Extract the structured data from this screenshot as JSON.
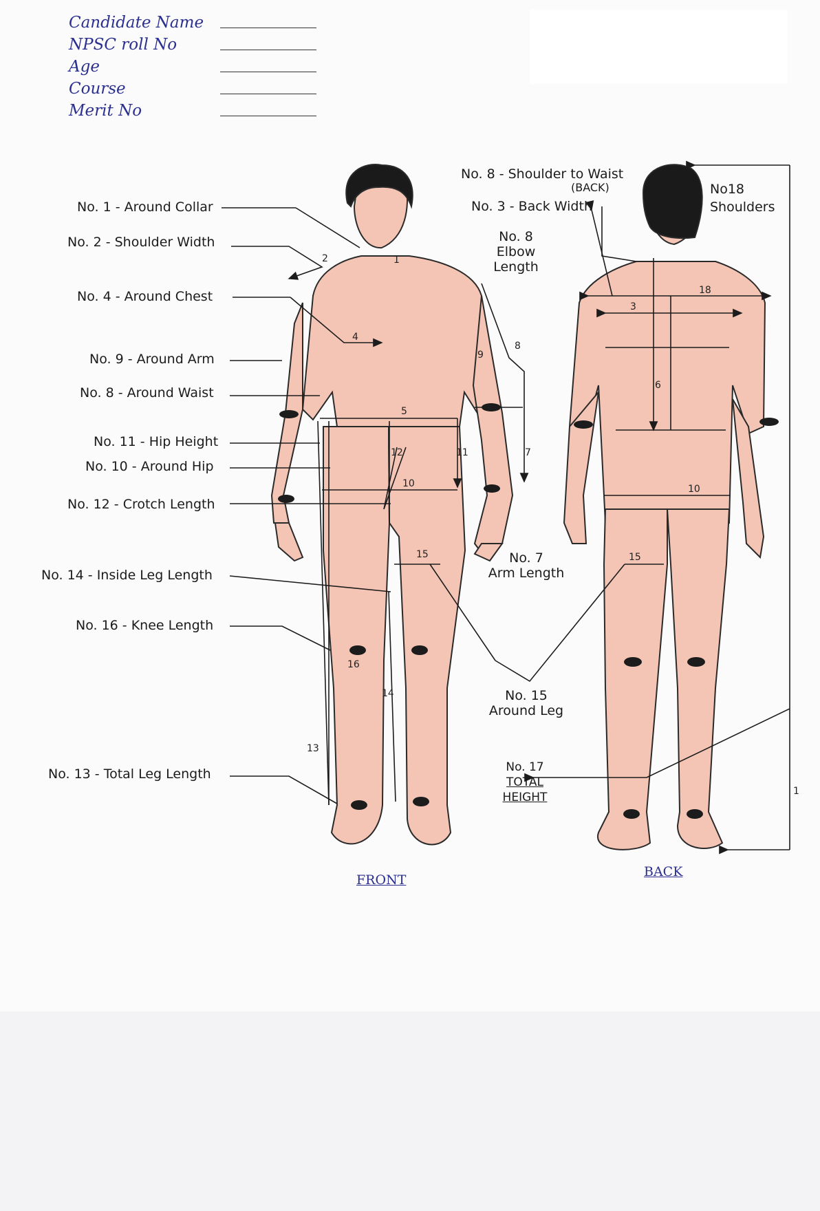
{
  "form": {
    "fields": [
      {
        "label": "Candidate Name"
      },
      {
        "label": "NPSC roll No"
      },
      {
        "label": "Age"
      },
      {
        "label": "Course"
      },
      {
        "label": "Merit No"
      }
    ]
  },
  "front_labels": [
    "No. 1 - Around Collar",
    "No. 2 - Shoulder Width",
    "No. 4 - Around Chest",
    "No. 9 - Around Arm",
    "No. 8 - Around Waist",
    "No. 11 - Hip Height",
    "No. 10 - Around Hip",
    "No. 12 - Crotch Length",
    "No. 14 - Inside Leg Length",
    "No. 16 - Knee Length",
    "No. 13 - Total Leg Length"
  ],
  "middle_labels": {
    "shoulder_to_waist": "No. 8 - Shoulder to Waist",
    "shoulder_to_waist_back": "(BACK)",
    "back_width": "No. 3 - Back Width",
    "elbow_length": [
      "No. 8",
      "Elbow",
      "Length"
    ],
    "arm_length": [
      "No. 7",
      "Arm Length"
    ],
    "around_leg": [
      "No. 15",
      "Around Leg"
    ],
    "total_height": [
      "No. 17",
      "TOTAL",
      "HEIGHT"
    ],
    "shoulders": [
      "No18",
      "Shoulders"
    ]
  },
  "numbers": {
    "front": [
      "1",
      "2",
      "4",
      "9",
      "8",
      "5",
      "12",
      "11",
      "7",
      "10",
      "15",
      "16",
      "14",
      "13"
    ],
    "back": [
      "18",
      "3",
      "6",
      "10",
      "15",
      "1"
    ]
  },
  "captions": {
    "front": "FRONT",
    "back": "BACK"
  },
  "colors": {
    "skin": "#f4c4b4",
    "ink": "#1c1c1c",
    "pen_blue": "#2b2f8f"
  }
}
